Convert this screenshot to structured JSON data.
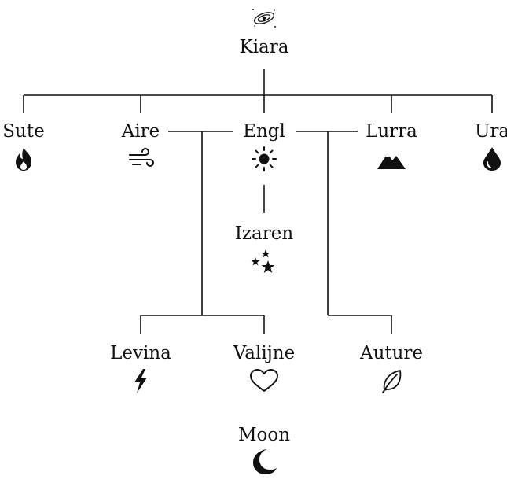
{
  "diagram": {
    "root": {
      "label": "Kiara",
      "icon": "galaxy-icon"
    },
    "elements": [
      {
        "key": "sute",
        "label": "Sute",
        "icon": "fire-icon"
      },
      {
        "key": "aire",
        "label": "Aire",
        "icon": "wind-icon"
      },
      {
        "key": "engl",
        "label": "Engl",
        "icon": "sun-icon"
      },
      {
        "key": "lurra",
        "label": "Lurra",
        "icon": "mountain-icon"
      },
      {
        "key": "ura",
        "label": "Ura",
        "icon": "water-drop-icon"
      },
      {
        "key": "izaren",
        "label": "Izaren",
        "icon": "stars-icon"
      },
      {
        "key": "levina",
        "label": "Levina",
        "icon": "lightning-icon"
      },
      {
        "key": "valijne",
        "label": "Valijne",
        "icon": "heart-icon"
      },
      {
        "key": "auture",
        "label": "Auture",
        "icon": "leaf-icon"
      },
      {
        "key": "moon",
        "label": "Moon",
        "icon": "crescent-moon-icon"
      }
    ],
    "colors": {
      "line": "#111111",
      "text": "#111111",
      "icon": "#111111"
    }
  }
}
